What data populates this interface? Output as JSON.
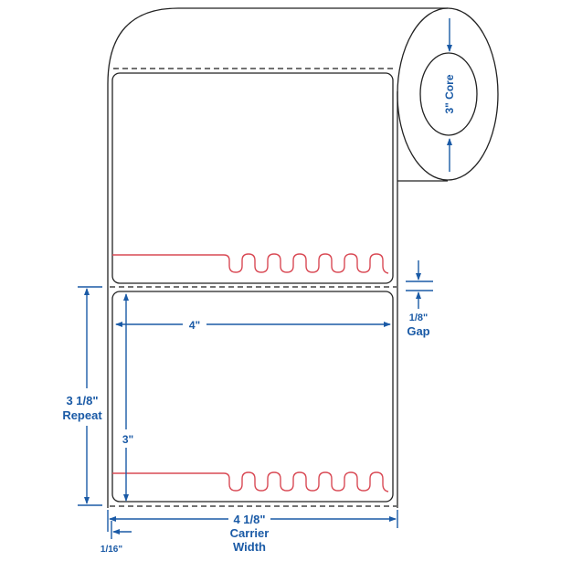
{
  "diagram": {
    "core_label": "3\" Core",
    "label_width": "4\"",
    "label_height": "3\"",
    "repeat_value": "3 1/8\"",
    "repeat_label": "Repeat",
    "gap_value": "1/8\"",
    "gap_label": "Gap",
    "carrier_value": "4 1/8\"",
    "carrier_label_1": "Carrier",
    "carrier_label_2": "Width",
    "margin_value": "1/16\""
  },
  "colors": {
    "dimension": "#1a5aa6",
    "perforation": "#d94a55",
    "outline": "#222222"
  }
}
